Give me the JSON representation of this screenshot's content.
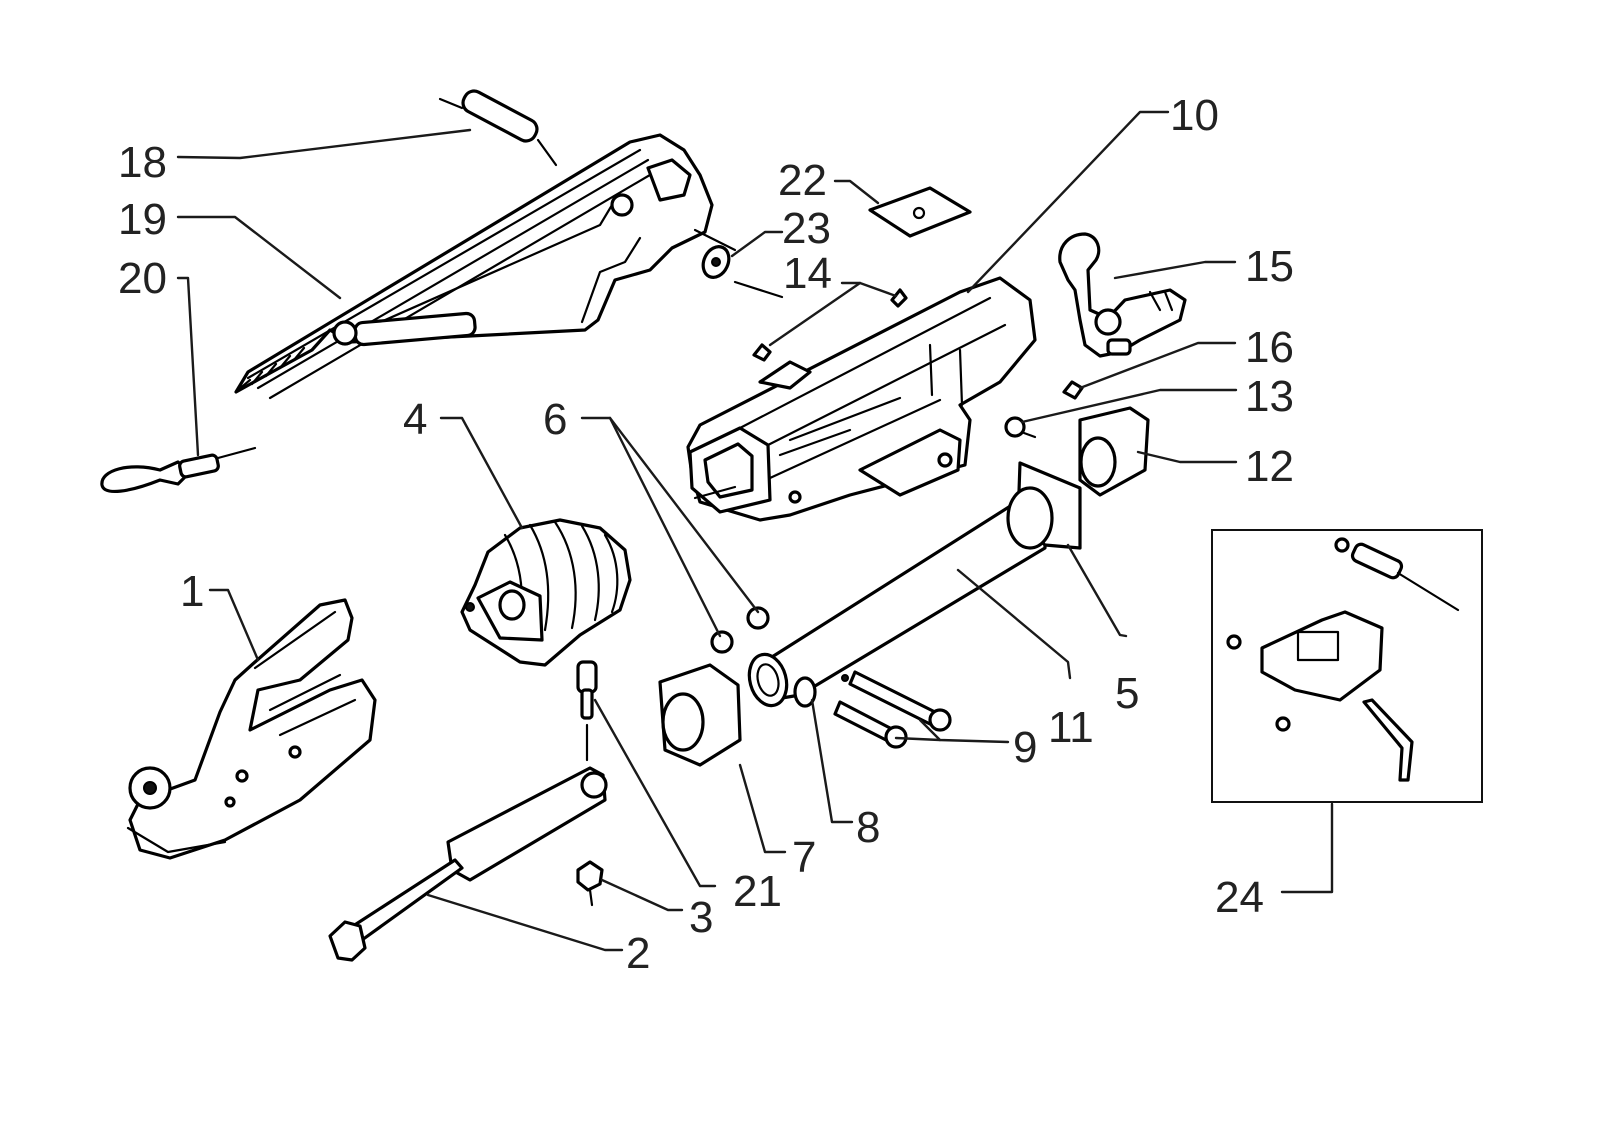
{
  "diagram": {
    "background": "#ffffff",
    "line_color": "#000000",
    "labels": {
      "p1": "1",
      "p2": "2",
      "p3": "3",
      "p4": "4",
      "p5": "5",
      "p6": "6",
      "p7": "7",
      "p8": "8",
      "p9": "9",
      "p10": "10",
      "p11": "11",
      "p12": "12",
      "p13": "13",
      "p14": "14",
      "p15": "15",
      "p16": "16",
      "p18": "18",
      "p19": "19",
      "p20": "20",
      "p21": "21",
      "p22": "22",
      "p23": "23",
      "p24": "24"
    }
  }
}
